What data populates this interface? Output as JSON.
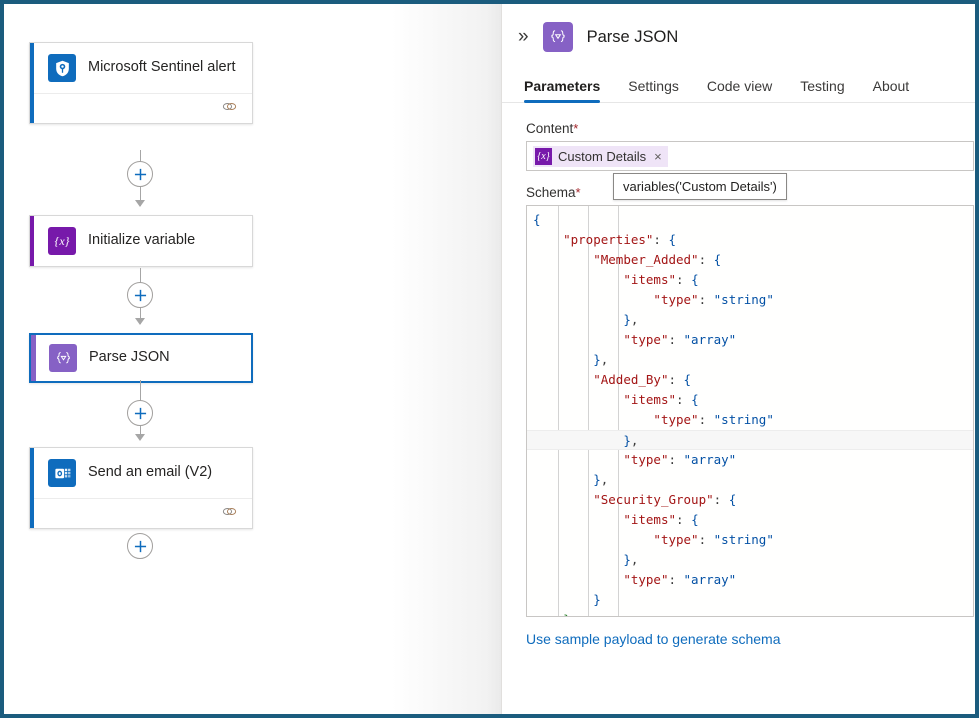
{
  "designer": {
    "nodes": [
      {
        "id": "trigger",
        "title": "Microsoft Sentinel alert",
        "icon": "microsoft-sentinel-icon",
        "accent": "#0f6cbd",
        "has_footer": true,
        "footer_icon": "link-icon",
        "selected": false
      },
      {
        "id": "init",
        "title": "Initialize variable",
        "icon": "variable-icon",
        "accent": "#7719aa",
        "has_footer": false,
        "selected": false
      },
      {
        "id": "parse",
        "title": "Parse JSON",
        "icon": "parse-json-icon",
        "accent": "#8661c5",
        "has_footer": false,
        "selected": true
      },
      {
        "id": "email",
        "title": "Send an email (V2)",
        "icon": "outlook-icon",
        "accent": "#0f6cbd",
        "has_footer": true,
        "footer_icon": "link-icon",
        "selected": false
      }
    ],
    "add_button_label": "+",
    "add_button_count": 4
  },
  "panel": {
    "collapse_icon": "double-chevron-right-icon",
    "icon": "parse-json-icon",
    "title": "Parse JSON",
    "tabs": [
      {
        "label": "Parameters",
        "active": true
      },
      {
        "label": "Settings",
        "active": false
      },
      {
        "label": "Code view",
        "active": false
      },
      {
        "label": "Testing",
        "active": false
      },
      {
        "label": "About",
        "active": false
      }
    ],
    "content_field": {
      "label": "Content",
      "required_marker": "*",
      "token_label": "Custom Details",
      "token_icon": "variable-icon",
      "token_remove": "×"
    },
    "tooltip": "variables('Custom Details')",
    "schema_field": {
      "label": "Schema",
      "required_marker": "*"
    },
    "sample_link": "Use sample payload to generate schema"
  },
  "schema_code": {
    "current_line_index": 11,
    "lines": [
      [
        {
          "t": "{",
          "c": "b"
        }
      ],
      [
        {
          "t": "    ",
          "c": "p"
        },
        {
          "t": "\"properties\"",
          "c": "k"
        },
        {
          "t": ": ",
          "c": "p"
        },
        {
          "t": "{",
          "c": "b"
        }
      ],
      [
        {
          "t": "        ",
          "c": "p"
        },
        {
          "t": "\"Member_Added\"",
          "c": "k"
        },
        {
          "t": ": ",
          "c": "p"
        },
        {
          "t": "{",
          "c": "b"
        }
      ],
      [
        {
          "t": "            ",
          "c": "p"
        },
        {
          "t": "\"items\"",
          "c": "k"
        },
        {
          "t": ": ",
          "c": "p"
        },
        {
          "t": "{",
          "c": "b"
        }
      ],
      [
        {
          "t": "                ",
          "c": "p"
        },
        {
          "t": "\"type\"",
          "c": "k"
        },
        {
          "t": ": ",
          "c": "p"
        },
        {
          "t": "\"string\"",
          "c": "v"
        }
      ],
      [
        {
          "t": "            ",
          "c": "p"
        },
        {
          "t": "}",
          "c": "b"
        },
        {
          "t": ",",
          "c": "p"
        }
      ],
      [
        {
          "t": "            ",
          "c": "p"
        },
        {
          "t": "\"type\"",
          "c": "k"
        },
        {
          "t": ": ",
          "c": "p"
        },
        {
          "t": "\"array\"",
          "c": "v"
        }
      ],
      [
        {
          "t": "        ",
          "c": "p"
        },
        {
          "t": "}",
          "c": "b"
        },
        {
          "t": ",",
          "c": "p"
        }
      ],
      [
        {
          "t": "        ",
          "c": "p"
        },
        {
          "t": "\"Added_By\"",
          "c": "k"
        },
        {
          "t": ": ",
          "c": "p"
        },
        {
          "t": "{",
          "c": "b"
        }
      ],
      [
        {
          "t": "            ",
          "c": "p"
        },
        {
          "t": "\"items\"",
          "c": "k"
        },
        {
          "t": ": ",
          "c": "p"
        },
        {
          "t": "{",
          "c": "b"
        }
      ],
      [
        {
          "t": "                ",
          "c": "p"
        },
        {
          "t": "\"type\"",
          "c": "k"
        },
        {
          "t": ": ",
          "c": "p"
        },
        {
          "t": "\"string\"",
          "c": "v"
        }
      ],
      [
        {
          "t": "            ",
          "c": "p"
        },
        {
          "t": "}",
          "c": "b"
        },
        {
          "t": ",",
          "c": "p"
        }
      ],
      [
        {
          "t": "            ",
          "c": "p"
        },
        {
          "t": "\"type\"",
          "c": "k"
        },
        {
          "t": ": ",
          "c": "p"
        },
        {
          "t": "\"array\"",
          "c": "v"
        }
      ],
      [
        {
          "t": "        ",
          "c": "p"
        },
        {
          "t": "}",
          "c": "b"
        },
        {
          "t": ",",
          "c": "p"
        }
      ],
      [
        {
          "t": "        ",
          "c": "p"
        },
        {
          "t": "\"Security_Group\"",
          "c": "k"
        },
        {
          "t": ": ",
          "c": "p"
        },
        {
          "t": "{",
          "c": "b"
        }
      ],
      [
        {
          "t": "            ",
          "c": "p"
        },
        {
          "t": "\"items\"",
          "c": "k"
        },
        {
          "t": ": ",
          "c": "p"
        },
        {
          "t": "{",
          "c": "b"
        }
      ],
      [
        {
          "t": "                ",
          "c": "p"
        },
        {
          "t": "\"type\"",
          "c": "k"
        },
        {
          "t": ": ",
          "c": "p"
        },
        {
          "t": "\"string\"",
          "c": "v"
        }
      ],
      [
        {
          "t": "            ",
          "c": "p"
        },
        {
          "t": "}",
          "c": "b"
        },
        {
          "t": ",",
          "c": "p"
        }
      ],
      [
        {
          "t": "            ",
          "c": "p"
        },
        {
          "t": "\"type\"",
          "c": "k"
        },
        {
          "t": ": ",
          "c": "p"
        },
        {
          "t": "\"array\"",
          "c": "v"
        }
      ],
      [
        {
          "t": "        ",
          "c": "p"
        },
        {
          "t": "}",
          "c": "b"
        }
      ],
      [
        {
          "t": "    ",
          "c": "p"
        },
        {
          "t": "}",
          "c": "g"
        },
        {
          "t": ",",
          "c": "g"
        }
      ]
    ]
  },
  "colors": {
    "accent_blue": "#0f6cbd",
    "purple": "#8661c5",
    "dark_purple": "#7719aa",
    "frame_border": "#1b5c7e",
    "json_key": "#a31515",
    "json_value": "#0451a5",
    "json_bracket_match": "#267f27"
  }
}
